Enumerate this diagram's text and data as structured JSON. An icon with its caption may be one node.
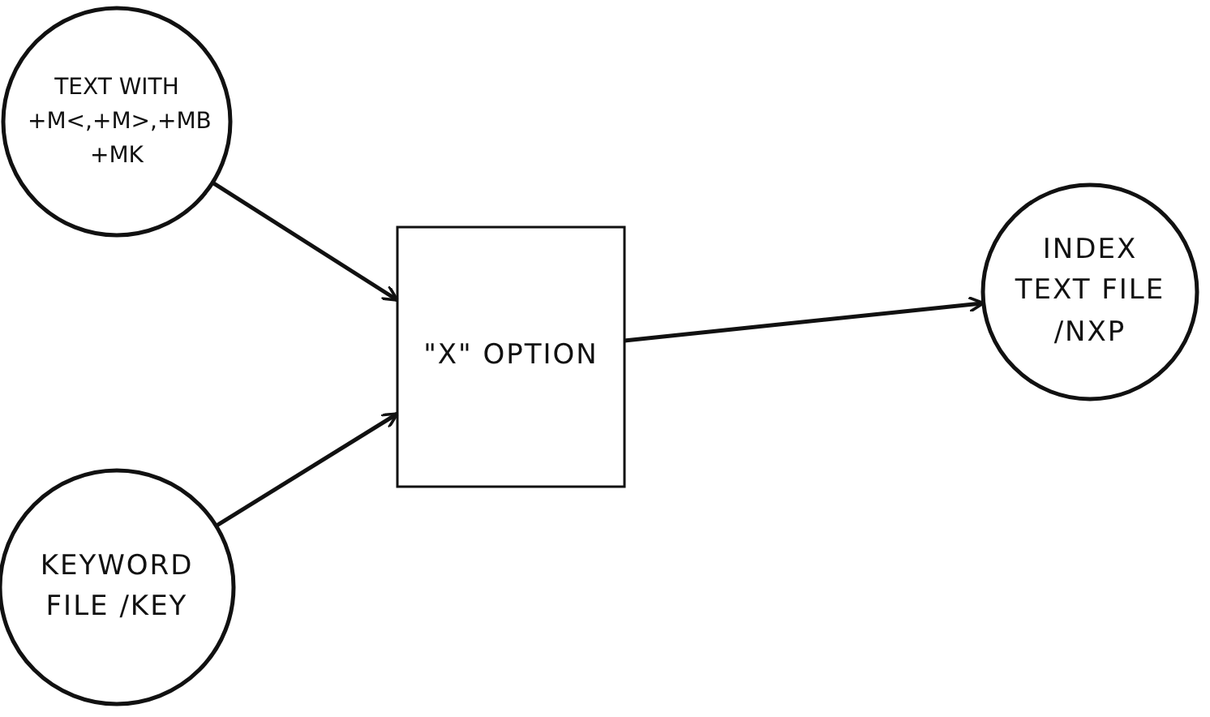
{
  "diagram": {
    "nodes": [
      {
        "text": [
          "TEXT WITH +M<,+M>,+MB +MK"
        ]
      },
      {
        "text": [
          "\"X\" OPTION"
        ]
      },
      {
        "text": [
          "KEYWORD FILE /KEY"
        ]
      },
      {
        "text": [
          "INDEX TEXT FILE /NXP"
        ]
      }
    ],
    "edges": [
      {
        "from": 0,
        "to": 1,
        "arrow": "to"
      },
      {
        "from": 2,
        "to": 1,
        "arrow": "to"
      },
      {
        "from": 1,
        "to": 3,
        "arrow": "to"
      }
    ]
  }
}
